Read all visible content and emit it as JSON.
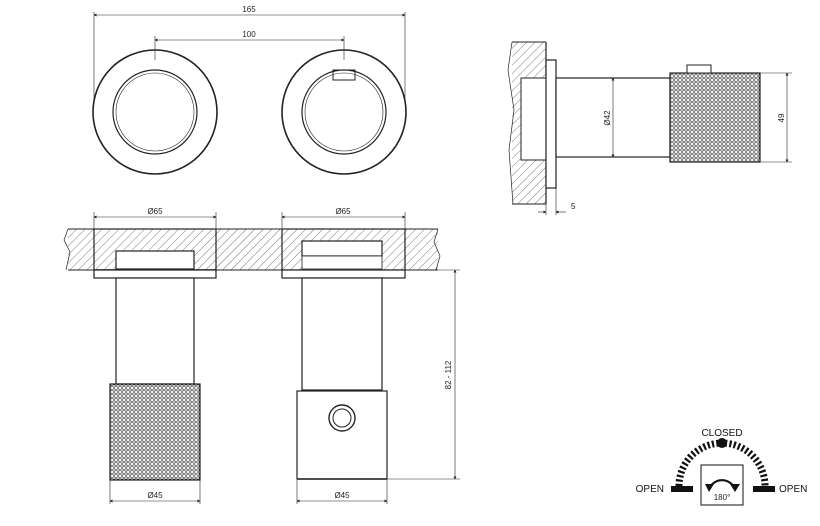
{
  "front_view": {
    "overall_width": "165",
    "center_distance": "100"
  },
  "section_view": {
    "left_flange_diameter": "Ø65",
    "right_flange_diameter": "Ø65",
    "left_handle_diameter": "Ø45",
    "right_body_diameter": "Ø45",
    "installation_depth": "82 - 112"
  },
  "side_view": {
    "body_diameter": "Ø42",
    "handle_diameter": "49",
    "flange_thickness": "5"
  },
  "rotation_diagram": {
    "closed_label": "CLOSED",
    "open_left_label": "OPEN",
    "open_right_label": "OPEN",
    "angle_label": "180°"
  }
}
